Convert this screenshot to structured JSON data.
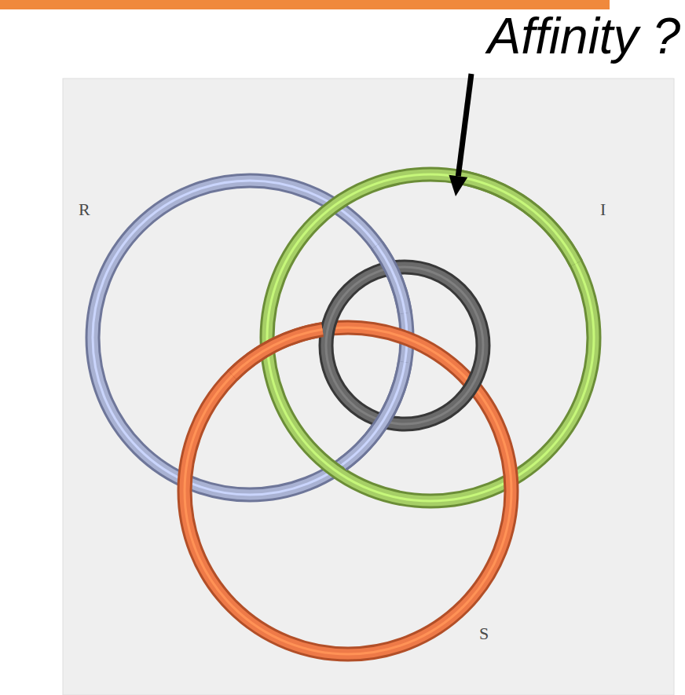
{
  "diagram": {
    "labels": [
      "Affinity ?",
      "R",
      "I",
      "S"
    ]
  }
}
